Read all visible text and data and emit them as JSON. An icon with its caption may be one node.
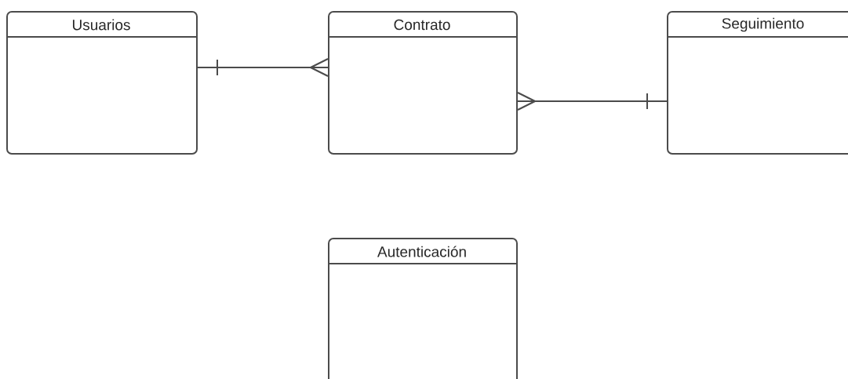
{
  "diagram": {
    "nodes": [
      {
        "text": [
          "Usuarios"
        ]
      },
      {
        "text": [
          "Contrato"
        ]
      },
      {
        "text": [
          "Seguimiento"
        ]
      },
      {
        "text": [
          "Autenticación"
        ]
      }
    ],
    "edges": [
      {
        "from": 0,
        "to": 1,
        "arrow": "other"
      },
      {
        "from": 2,
        "to": 1,
        "arrow": "other"
      }
    ]
  }
}
